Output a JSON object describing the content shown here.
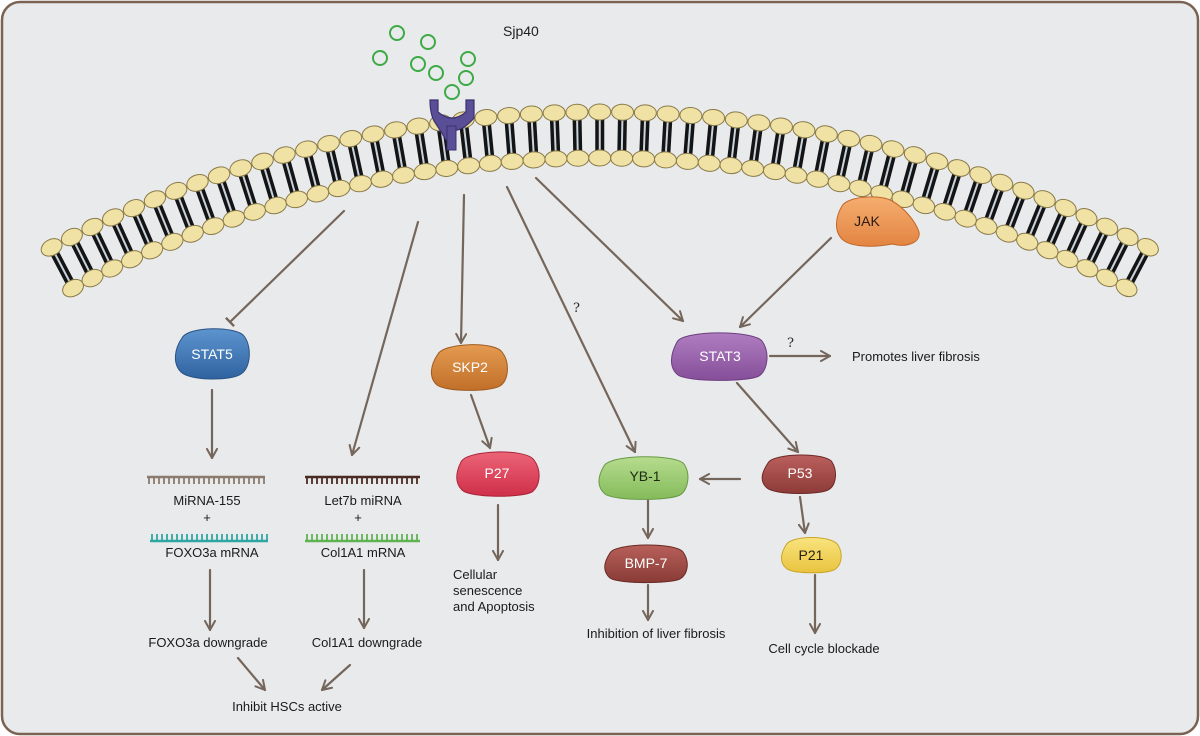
{
  "ligand": {
    "label": "Sjp40"
  },
  "question_mark": "?",
  "proteins": {
    "stat5": "STAT5",
    "skp2": "SKP2",
    "stat3": "STAT3",
    "jak": "JAK",
    "p27": "P27",
    "yb1": "YB-1",
    "p53": "P53",
    "bmp7": "BMP-7",
    "p21": "P21"
  },
  "rna": {
    "mirna155": "MiRNA-155",
    "plus": "+",
    "foxo3a_mrna": "FOXO3a mRNA",
    "let7b": "Let7b miRNA",
    "col1a1_mrna": "Col1A1 mRNA"
  },
  "outcomes": {
    "foxo3a_down": "FOXO3a downgrade",
    "col1a1_down": "Col1A1 downgrade",
    "inhibit_hsc": "Inhibit HSCs active",
    "senescence_1": "Cellular",
    "senescence_2": "senescence",
    "senescence_3": "and Apoptosis",
    "inhibition_fibrosis": "Inhibition of liver fibrosis",
    "promotes_fibrosis": "Promotes liver fibrosis",
    "cell_cycle": "Cell cycle blockade"
  },
  "colors": {
    "background": "#e9eaec",
    "frame": "#7a6352",
    "arrow": "#75665b",
    "lipid_head": "#f0e1a4",
    "lipid_tail_dark": "#141414",
    "lipid_tail_light": "#c9d3dc",
    "receptor": "#5a4f96",
    "ligand_ring": "#3daa45",
    "stat5": "#3f78b6",
    "skp2": "#d4843a",
    "stat3": "#9a62ad",
    "jak": "#ee9955",
    "p27": "#e0445c",
    "yb1": "#9ccc72",
    "p53": "#a34a48",
    "bmp7": "#a04b45",
    "p21": "#f3d55b",
    "mirna155_strand": "#8a7b6c",
    "foxo3a_strand": "#2fa6a2",
    "let7b_strand": "#4a2b22",
    "col1a1_strand": "#5fb351"
  }
}
